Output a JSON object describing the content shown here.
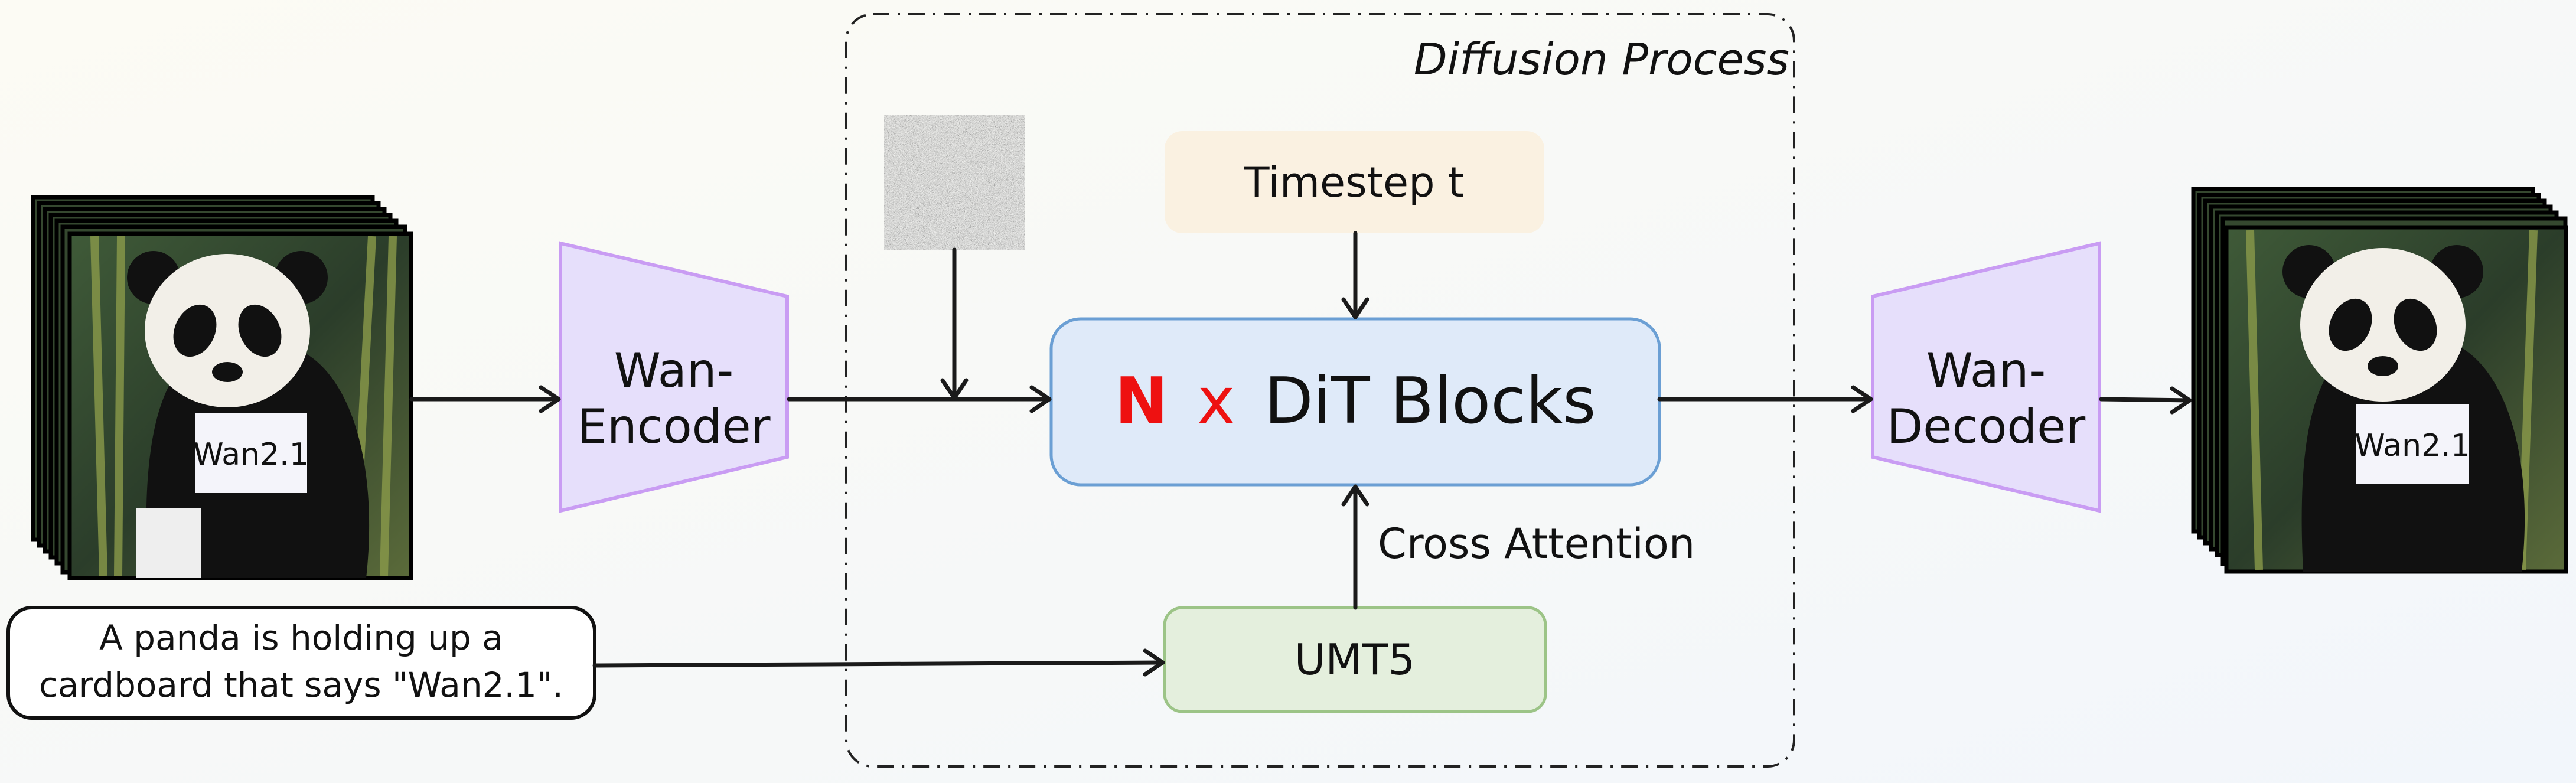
{
  "diffusion_process": {
    "label": "Diffusion Process"
  },
  "encoder": {
    "line1": "Wan-",
    "line2": "Encoder",
    "fill": "#e6dffb",
    "stroke": "#c99cf3"
  },
  "decoder": {
    "line1": "Wan-",
    "line2": "Decoder",
    "fill": "#e6dffb",
    "stroke": "#c99cf3"
  },
  "timestep": {
    "label": "Timestep t",
    "fill": "#faf1e1"
  },
  "dit": {
    "n": "N",
    "x": "x",
    "label": "DiT Blocks",
    "fill": "#dfeaf9",
    "stroke": "#6b9fd4",
    "accent": "#ee1111"
  },
  "umt5": {
    "label": "UMT5",
    "fill": "#e4efdd",
    "stroke": "#9cc487"
  },
  "cross_attention": {
    "label": "Cross Attention"
  },
  "prompt": {
    "line1": "A panda is holding up a",
    "line2": "cardboard that says \"Wan2.1\"."
  },
  "input_video": {
    "sign_text": "Wan2.1"
  },
  "output_video": {
    "sign_text": "Wan2.1"
  }
}
